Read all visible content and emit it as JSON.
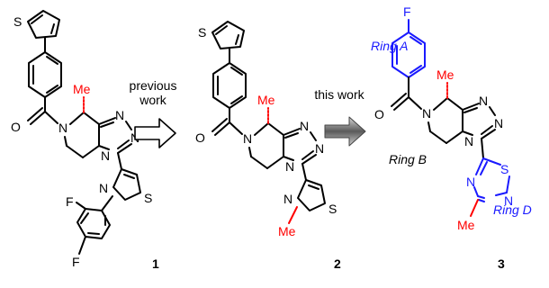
{
  "compounds": [
    {
      "number": "1",
      "methyl": "Me"
    },
    {
      "number": "2",
      "methyl": "Me",
      "thiazole_methyl": "Me"
    },
    {
      "number": "3",
      "methyl": "Me",
      "thiadiazole_methyl": "Me"
    }
  ],
  "atoms": {
    "sulfur": "S",
    "nitrogen": "N",
    "oxygen": "O",
    "fluorine": "F"
  },
  "arrows": {
    "previous_line1": "previous",
    "previous_line2": "work",
    "this_work": "this work"
  },
  "ring_labels": {
    "ring_a": "Ring A",
    "ring_b": "Ring B",
    "ring_d": "Ring D"
  },
  "colors": {
    "highlight_red": "#ff0000",
    "highlight_blue": "#1a1aff"
  }
}
